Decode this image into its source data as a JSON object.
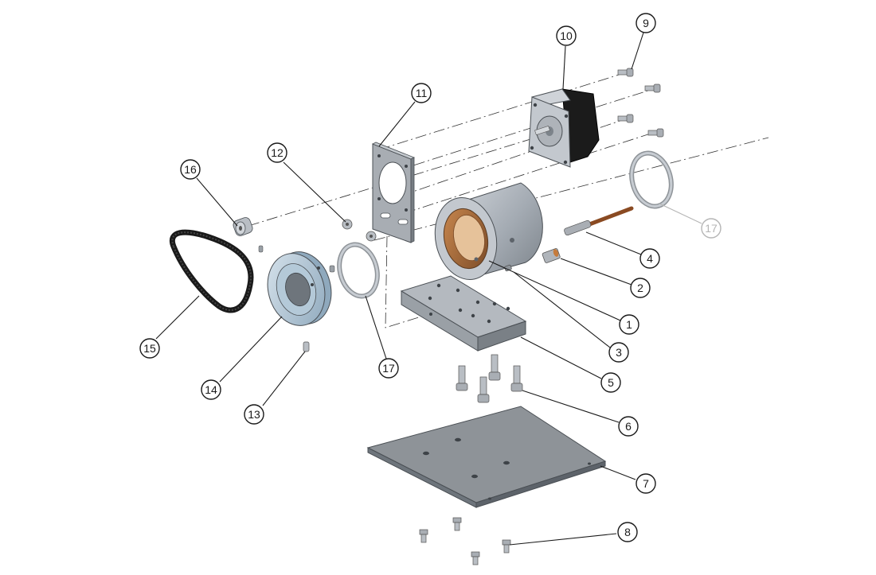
{
  "diagram": {
    "callouts": [
      {
        "id": "c1",
        "label": "1",
        "faded": false
      },
      {
        "id": "c2",
        "label": "2",
        "faded": false
      },
      {
        "id": "c3",
        "label": "3",
        "faded": false
      },
      {
        "id": "c4",
        "label": "4",
        "faded": false
      },
      {
        "id": "c5",
        "label": "5",
        "faded": false
      },
      {
        "id": "c6",
        "label": "6",
        "faded": false
      },
      {
        "id": "c7",
        "label": "7",
        "faded": false
      },
      {
        "id": "c8",
        "label": "8",
        "faded": false
      },
      {
        "id": "c9",
        "label": "9",
        "faded": false
      },
      {
        "id": "c10",
        "label": "10",
        "faded": false
      },
      {
        "id": "c11",
        "label": "11",
        "faded": false
      },
      {
        "id": "c12",
        "label": "12",
        "faded": false
      },
      {
        "id": "c13",
        "label": "13",
        "faded": false
      },
      {
        "id": "c14",
        "label": "14",
        "faded": false
      },
      {
        "id": "c15",
        "label": "15",
        "faded": false
      },
      {
        "id": "c16",
        "label": "16",
        "faded": false
      },
      {
        "id": "c17a",
        "label": "17",
        "faded": false
      },
      {
        "id": "c17b",
        "label": "17",
        "faded": true
      }
    ],
    "colors": {
      "metal": "#9aa1a8",
      "metal_light": "#c7ccd2",
      "metal_dark": "#6e757c",
      "plate": "#8e9398",
      "bronze": "#a0663a",
      "motor_body": "#1b1b1b",
      "belt": "#1a1a1a",
      "pulley_blue": "#a9c3d6"
    }
  }
}
